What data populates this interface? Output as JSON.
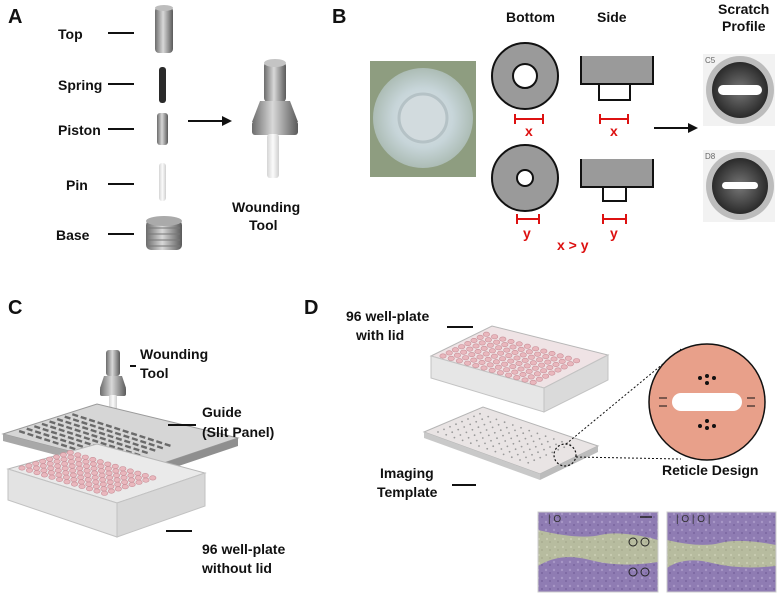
{
  "panels": {
    "A": {
      "letter": "A",
      "parts": [
        "Top",
        "Spring",
        "Piston",
        "Pin",
        "Base"
      ],
      "assembled_line1": "Wounding",
      "assembled_line2": "Tool"
    },
    "B": {
      "letter": "B",
      "col_bottom": "Bottom",
      "col_side": "Side",
      "profile_line1": "Scratch",
      "profile_line2": "Profile",
      "dim_x": "x",
      "dim_y": "y",
      "relation": "x > y",
      "well_id_1": "C5",
      "well_id_2": "D8"
    },
    "C": {
      "letter": "C",
      "tool_line1": "Wounding",
      "tool_line2": "Tool",
      "guide_line1": "Guide",
      "guide_line2": "(Slit Panel)",
      "plate_line1": "96 well-plate",
      "plate_line2": "without lid"
    },
    "D": {
      "letter": "D",
      "plate_line1": "96 well-plate",
      "plate_line2": "with lid",
      "template_line1": "Imaging",
      "template_line2": "Template",
      "reticle_label": "Reticle Design"
    }
  },
  "colors": {
    "accent_red": "#dd1111",
    "reticle_fill": "#e8a08a",
    "washer_gray": "#9a9a9a",
    "well_pink": "#e9b7bd",
    "micrograph_purple": "#8e7bb0"
  }
}
